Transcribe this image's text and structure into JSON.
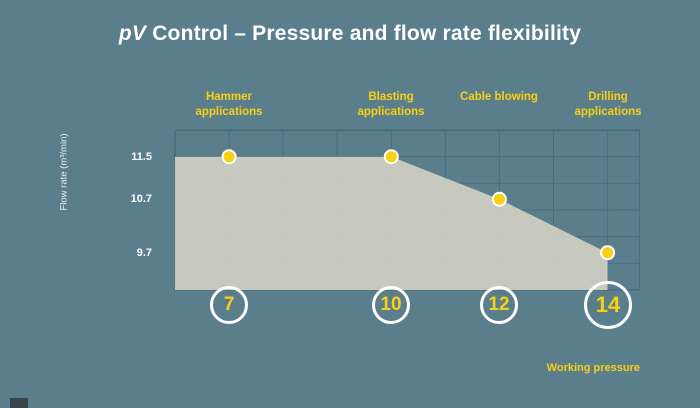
{
  "title": {
    "prefix_italic": "pV",
    "rest": " Control – Pressure and flow rate flexibility"
  },
  "colors": {
    "background": "#5A7E8C",
    "grid": "#4A6C7C",
    "area_fill": "rgba(214,212,197,0.88)",
    "accent_yellow": "#F8D114",
    "text_white": "#FFFFFF"
  },
  "chart_data": {
    "type": "area",
    "title": "pV Control – Pressure and flow rate flexibility",
    "x": [
      7,
      10,
      12,
      14
    ],
    "y": [
      11.5,
      11.5,
      10.7,
      9.7
    ],
    "point_labels": [
      "Hammer applications",
      "Blasting applications",
      "Cable blowing",
      "Drilling applications"
    ],
    "x_circle_labels": [
      "7",
      "10",
      "12",
      "14"
    ],
    "y_tick_labels": [
      "11.5",
      "10.7",
      "9.7"
    ],
    "y_tick_values": [
      11.5,
      10.7,
      9.7
    ],
    "xlabel": "Working pressure",
    "ylabel": "Flow rate (m³/min)",
    "xlim": [
      6,
      14.6
    ],
    "ylim": [
      9,
      12
    ],
    "x_grid_step": 1,
    "y_grid_step": 0.5,
    "grid": true,
    "legend": false
  }
}
